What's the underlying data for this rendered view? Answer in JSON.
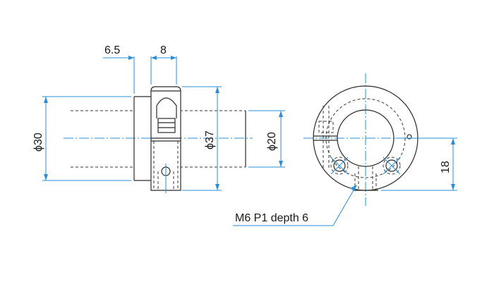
{
  "dimensions": {
    "offset": "6.5",
    "width": "8",
    "shaft_diameter": "ϕ30",
    "collar_diameter": "ϕ37",
    "bore_diameter": "ϕ20",
    "center_height": "18"
  },
  "callout": {
    "thread": "M6 P1 depth 6"
  },
  "colors": {
    "outline": "#2b2b2b",
    "dimension": "#2a8fd8",
    "background": "#ffffff"
  }
}
